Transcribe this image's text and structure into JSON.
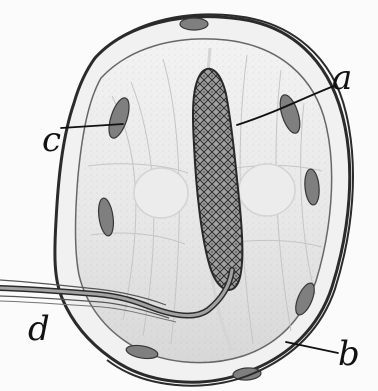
{
  "figure": {
    "labels": {
      "a": "a",
      "b": "b",
      "c": "c",
      "d": "d"
    },
    "colors": {
      "paper": "#fbfbfb",
      "outline": "#2b2b2b",
      "capsule_fill": "#efefef",
      "membrane_fill": "#dcdcdc",
      "nucleus_fill": "#7f7f7f",
      "axon_fill": "#9f9f9f",
      "cell_fill": "#ebebeb"
    },
    "icons": {
      "capsule": "corpuscle-outline-icon",
      "axon": "axon-stalk-icon",
      "nucleus": "nucleus-ovoid-icon",
      "fiber": "nerve-fiber-icon",
      "leader": "leader-line-icon"
    }
  }
}
